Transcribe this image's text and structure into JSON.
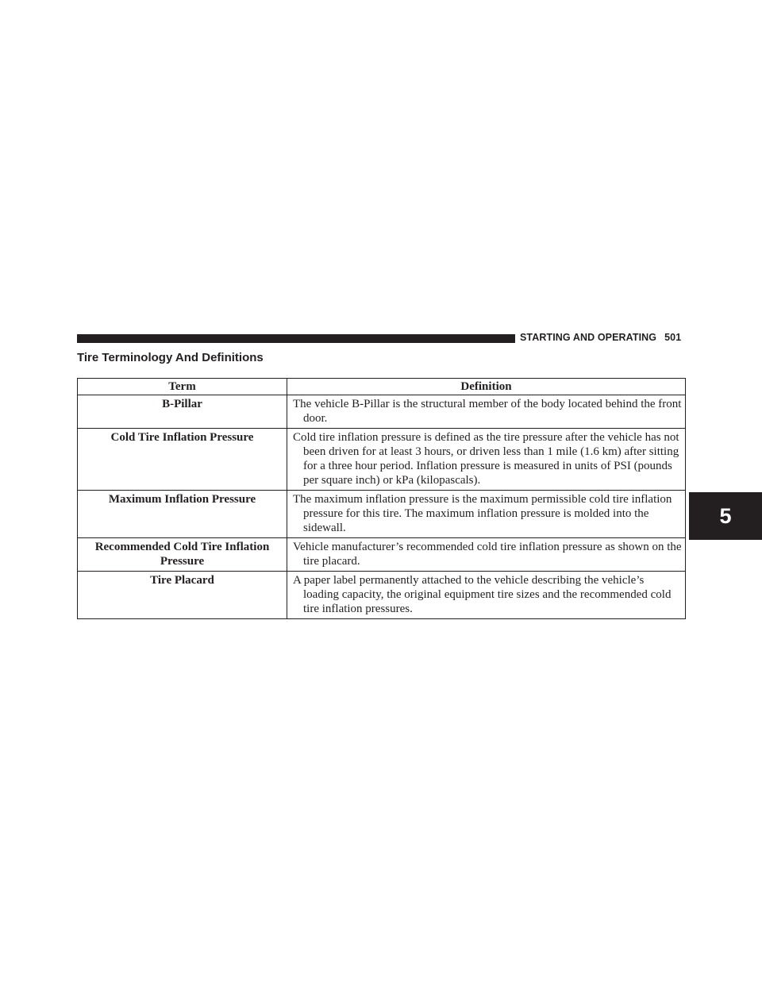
{
  "header": {
    "section": "STARTING AND OPERATING",
    "page_number": "501"
  },
  "title": "Tire Terminology And Definitions",
  "chapter_tab": "5",
  "table": {
    "columns": [
      "Term",
      "Definition"
    ],
    "rows": [
      {
        "term": "B-Pillar",
        "definition": "The vehicle B-Pillar is the structural member of the body located behind the front door."
      },
      {
        "term": "Cold Tire Inflation Pressure",
        "definition": "Cold tire inflation pressure is defined as the tire pressure after the vehicle has not been driven for at least 3 hours, or driven less than 1 mile (1.6 km) after sitting for a three hour period. Inflation pressure is measured in units of PSI (pounds per square inch) or kPa (kilopascals)."
      },
      {
        "term": "Maximum Inflation Pressure",
        "definition": "The maximum inflation pressure is the maximum permissible cold tire inflation pressure for this tire. The maximum inflation pressure is molded into the sidewall."
      },
      {
        "term": "Recommended Cold Tire Inflation Pressure",
        "definition": "Vehicle manufacturer’s recommended cold tire inflation pressure as shown on the tire placard."
      },
      {
        "term": "Tire Placard",
        "definition": "A paper label permanently attached to the vehicle describing the vehicle’s loading capacity, the original equipment tire sizes and the recommended cold tire inflation pressures."
      }
    ]
  }
}
